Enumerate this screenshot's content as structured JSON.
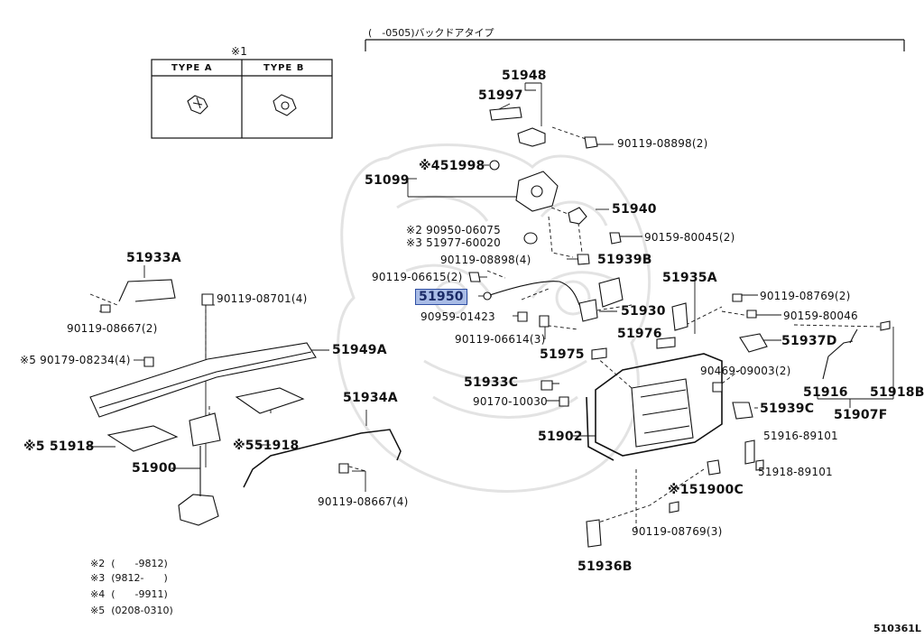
{
  "header": {
    "range_title": "(　-0505)バックドアタイプ"
  },
  "inset": {
    "mark": "※1",
    "type_a": "TYPE  A",
    "type_b": "TYPE  B"
  },
  "figure_id": "510361L",
  "legend": [
    {
      "mark": "※2",
      "range": "(　　-9812)"
    },
    {
      "mark": "※3",
      "range": "(9812-　　)"
    },
    {
      "mark": "※4",
      "range": "(　　-9911)"
    },
    {
      "mark": "※5",
      "range": "(0208-0310)"
    }
  ],
  "callouts": {
    "p51948": "51948",
    "p51997": "51997",
    "p90119_08898_2": "90119-08898(2)",
    "p51099": "51099",
    "p51998": "※451998",
    "p51940": "51940",
    "p90950_06075": "※2 90950-06075",
    "p51977_60020": "※3 51977-60020",
    "p90159_80045_2": "90159-80045(2)",
    "p90119_08898_4": "90119-08898(4)",
    "p51939B": "51939B",
    "p51935A": "51935A",
    "p90119_06615_2": "90119-06615(2)",
    "p51950": "51950",
    "p90959_01423": "90959-01423",
    "p51930": "51930",
    "p90119_08769_2": "90119-08769(2)",
    "p90159_80046": "90159-80046",
    "p90119_06614_3": "90119-06614(3)",
    "p51976": "51976",
    "p51937D": "51937D",
    "p51975": "51975",
    "p90469_09003_2": "90469-09003(2)",
    "p51933C": "51933C",
    "p90170_10030": "90170-10030",
    "p51916": "51916",
    "p51918B": "51918B",
    "p51907F": "51907F",
    "p51939C": "51939C",
    "p51902": "51902",
    "p51916_89101": "51916-89101",
    "p51918_89101": "51918-89101",
    "p51900C": "※151900C",
    "p90119_08769_3": "90119-08769(3)",
    "p51936B": "51936B",
    "p51933A": "51933A",
    "p90119_08701_4": "90119-08701(4)",
    "p90119_08667_2": "90119-08667(2)",
    "p51949A": "51949A",
    "p90179_08234_4": "※5 90179-08234(4)",
    "p51934A": "51934A",
    "p51918_left": "※5  51918",
    "p51918_mid": "※551918",
    "p51900": "51900",
    "p90119_08667_4": "90119-08667(4)"
  },
  "colors": {
    "ink": "#111111",
    "highlight_fill": "#a9bce6",
    "highlight_border": "#2f4fa3",
    "watermark": "#e6e6e6"
  }
}
